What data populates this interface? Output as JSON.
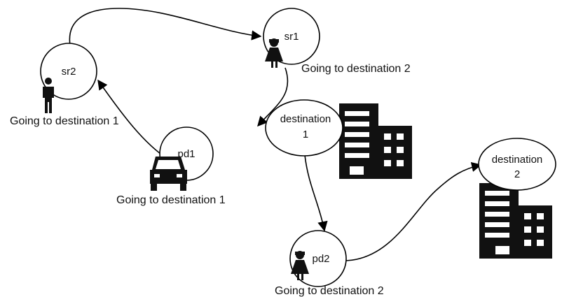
{
  "nodes": {
    "sr2": {
      "label": "sr2",
      "caption": "Going to destination 1",
      "icon": "person-icon"
    },
    "sr1": {
      "label": "sr1",
      "caption": "Going to destination 2",
      "icon": "woman-icon"
    },
    "pd1": {
      "label": "pd1",
      "caption": "Going to destination 1",
      "icon": "car-icon"
    },
    "pd2": {
      "label": "pd2",
      "caption": "Going to destination 2",
      "icon": "woman-icon"
    },
    "destination1": {
      "label_line1": "destination",
      "label_line2": "1",
      "icon": "building-icon"
    },
    "destination2": {
      "label_line1": "destination",
      "label_line2": "2",
      "icon": "building-icon"
    }
  },
  "edges": [
    {
      "from": "pd1",
      "to": "sr2"
    },
    {
      "from": "sr2",
      "to": "sr1"
    },
    {
      "from": "sr1",
      "to": "destination1"
    },
    {
      "from": "destination1",
      "to": "pd2"
    },
    {
      "from": "pd2",
      "to": "destination2"
    }
  ],
  "colors": {
    "stroke": "#000000",
    "glyph": "#111111",
    "background": "#ffffff"
  }
}
